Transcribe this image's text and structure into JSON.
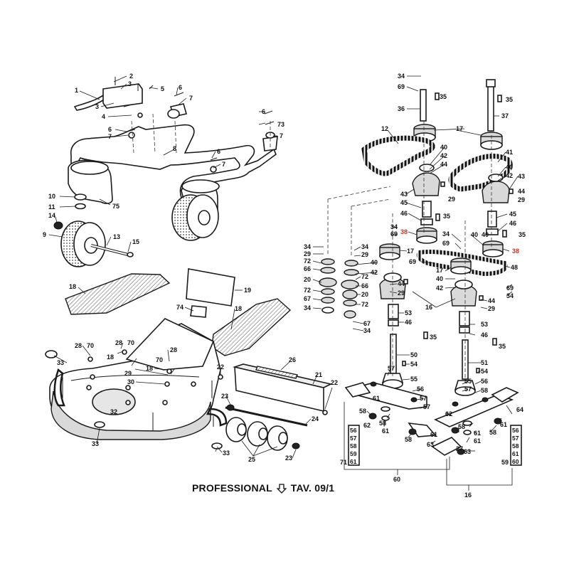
{
  "footer": {
    "prefix": "PROFESSIONAL",
    "suffix": "TAV. 09/1"
  },
  "callouts": [
    {
      "t": "1"
    },
    {
      "t": "2"
    },
    {
      "t": "3"
    },
    {
      "t": "5"
    },
    {
      "t": "3"
    },
    {
      "t": "6"
    },
    {
      "t": "7"
    },
    {
      "t": "4"
    },
    {
      "t": "6"
    },
    {
      "t": "73"
    },
    {
      "t": "6"
    },
    {
      "t": "7"
    },
    {
      "t": "7"
    },
    {
      "t": "8"
    },
    {
      "t": "6"
    },
    {
      "t": "7"
    },
    {
      "t": "10"
    },
    {
      "t": "75"
    },
    {
      "t": "11"
    },
    {
      "t": "14"
    },
    {
      "t": "9"
    },
    {
      "t": "13"
    },
    {
      "t": "15"
    },
    {
      "t": "18"
    },
    {
      "t": "19"
    },
    {
      "t": "74"
    },
    {
      "t": "18"
    },
    {
      "t": "33"
    },
    {
      "t": "28"
    },
    {
      "t": "70"
    },
    {
      "t": "28"
    },
    {
      "t": "70"
    },
    {
      "t": "18"
    },
    {
      "t": "29"
    },
    {
      "t": "70"
    },
    {
      "t": "28"
    },
    {
      "t": "30"
    },
    {
      "t": "18"
    },
    {
      "t": "26"
    },
    {
      "t": "22"
    },
    {
      "t": "21"
    },
    {
      "t": "32"
    },
    {
      "t": "23"
    },
    {
      "t": "22"
    },
    {
      "t": "24"
    },
    {
      "t": "33"
    },
    {
      "t": "33"
    },
    {
      "t": "25"
    },
    {
      "t": "23"
    },
    {
      "t": "34"
    },
    {
      "t": "69"
    },
    {
      "t": "35"
    },
    {
      "t": "36"
    },
    {
      "t": "12"
    },
    {
      "t": "17"
    },
    {
      "t": "35"
    },
    {
      "t": "37"
    },
    {
      "t": "40"
    },
    {
      "t": "42"
    },
    {
      "t": "44"
    },
    {
      "t": "41"
    },
    {
      "t": "40"
    },
    {
      "t": "42"
    },
    {
      "t": "43"
    },
    {
      "t": "29"
    },
    {
      "t": "43"
    },
    {
      "t": "44"
    },
    {
      "t": "29"
    },
    {
      "t": "45"
    },
    {
      "t": "45"
    },
    {
      "t": "46"
    },
    {
      "t": "35"
    },
    {
      "t": "46"
    },
    {
      "t": "40"
    },
    {
      "t": "35"
    },
    {
      "t": "38"
    },
    {
      "t": "34"
    },
    {
      "t": "69"
    },
    {
      "t": "34"
    },
    {
      "t": "69"
    },
    {
      "t": "40"
    },
    {
      "t": "38"
    },
    {
      "t": "34"
    },
    {
      "t": "29"
    },
    {
      "t": "34"
    },
    {
      "t": "29"
    },
    {
      "t": "17"
    },
    {
      "t": "69"
    },
    {
      "t": "17"
    },
    {
      "t": "48"
    },
    {
      "t": "72"
    },
    {
      "t": "66"
    },
    {
      "t": "40"
    },
    {
      "t": "40"
    },
    {
      "t": "42"
    },
    {
      "t": "72"
    },
    {
      "t": "66"
    },
    {
      "t": "20"
    },
    {
      "t": "42"
    },
    {
      "t": "69"
    },
    {
      "t": "34"
    },
    {
      "t": "20"
    },
    {
      "t": "44"
    },
    {
      "t": "29"
    },
    {
      "t": "44"
    },
    {
      "t": "29"
    },
    {
      "t": "72"
    },
    {
      "t": "67"
    },
    {
      "t": "72"
    },
    {
      "t": "16"
    },
    {
      "t": "34"
    },
    {
      "t": "53"
    },
    {
      "t": "46"
    },
    {
      "t": "67"
    },
    {
      "t": "34"
    },
    {
      "t": "53"
    },
    {
      "t": "35"
    },
    {
      "t": "46"
    },
    {
      "t": "35"
    },
    {
      "t": "50"
    },
    {
      "t": "51"
    },
    {
      "t": "54"
    },
    {
      "t": "57"
    },
    {
      "t": "54"
    },
    {
      "t": "55"
    },
    {
      "t": "56"
    },
    {
      "t": "55"
    },
    {
      "t": "57"
    },
    {
      "t": "56"
    },
    {
      "t": "57"
    },
    {
      "t": "58"
    },
    {
      "t": "58"
    },
    {
      "t": "57"
    },
    {
      "t": "61"
    },
    {
      "t": "62"
    },
    {
      "t": "58"
    },
    {
      "t": "64"
    },
    {
      "t": "61"
    },
    {
      "t": "58"
    },
    {
      "t": "63"
    },
    {
      "t": "61"
    },
    {
      "t": "62"
    },
    {
      "t": "61"
    },
    {
      "t": "58"
    },
    {
      "t": "61"
    },
    {
      "t": "63"
    },
    {
      "t": "58"
    },
    {
      "t": "61"
    },
    {
      "t": "27"
    },
    {
      "t": "71"
    },
    {
      "t": "59"
    },
    {
      "t": "60"
    },
    {
      "t": "16"
    }
  ],
  "kits": {
    "left": [
      "56",
      "57",
      "58",
      "59",
      "61"
    ],
    "right": [
      "56",
      "57",
      "58",
      "61",
      "60"
    ]
  }
}
